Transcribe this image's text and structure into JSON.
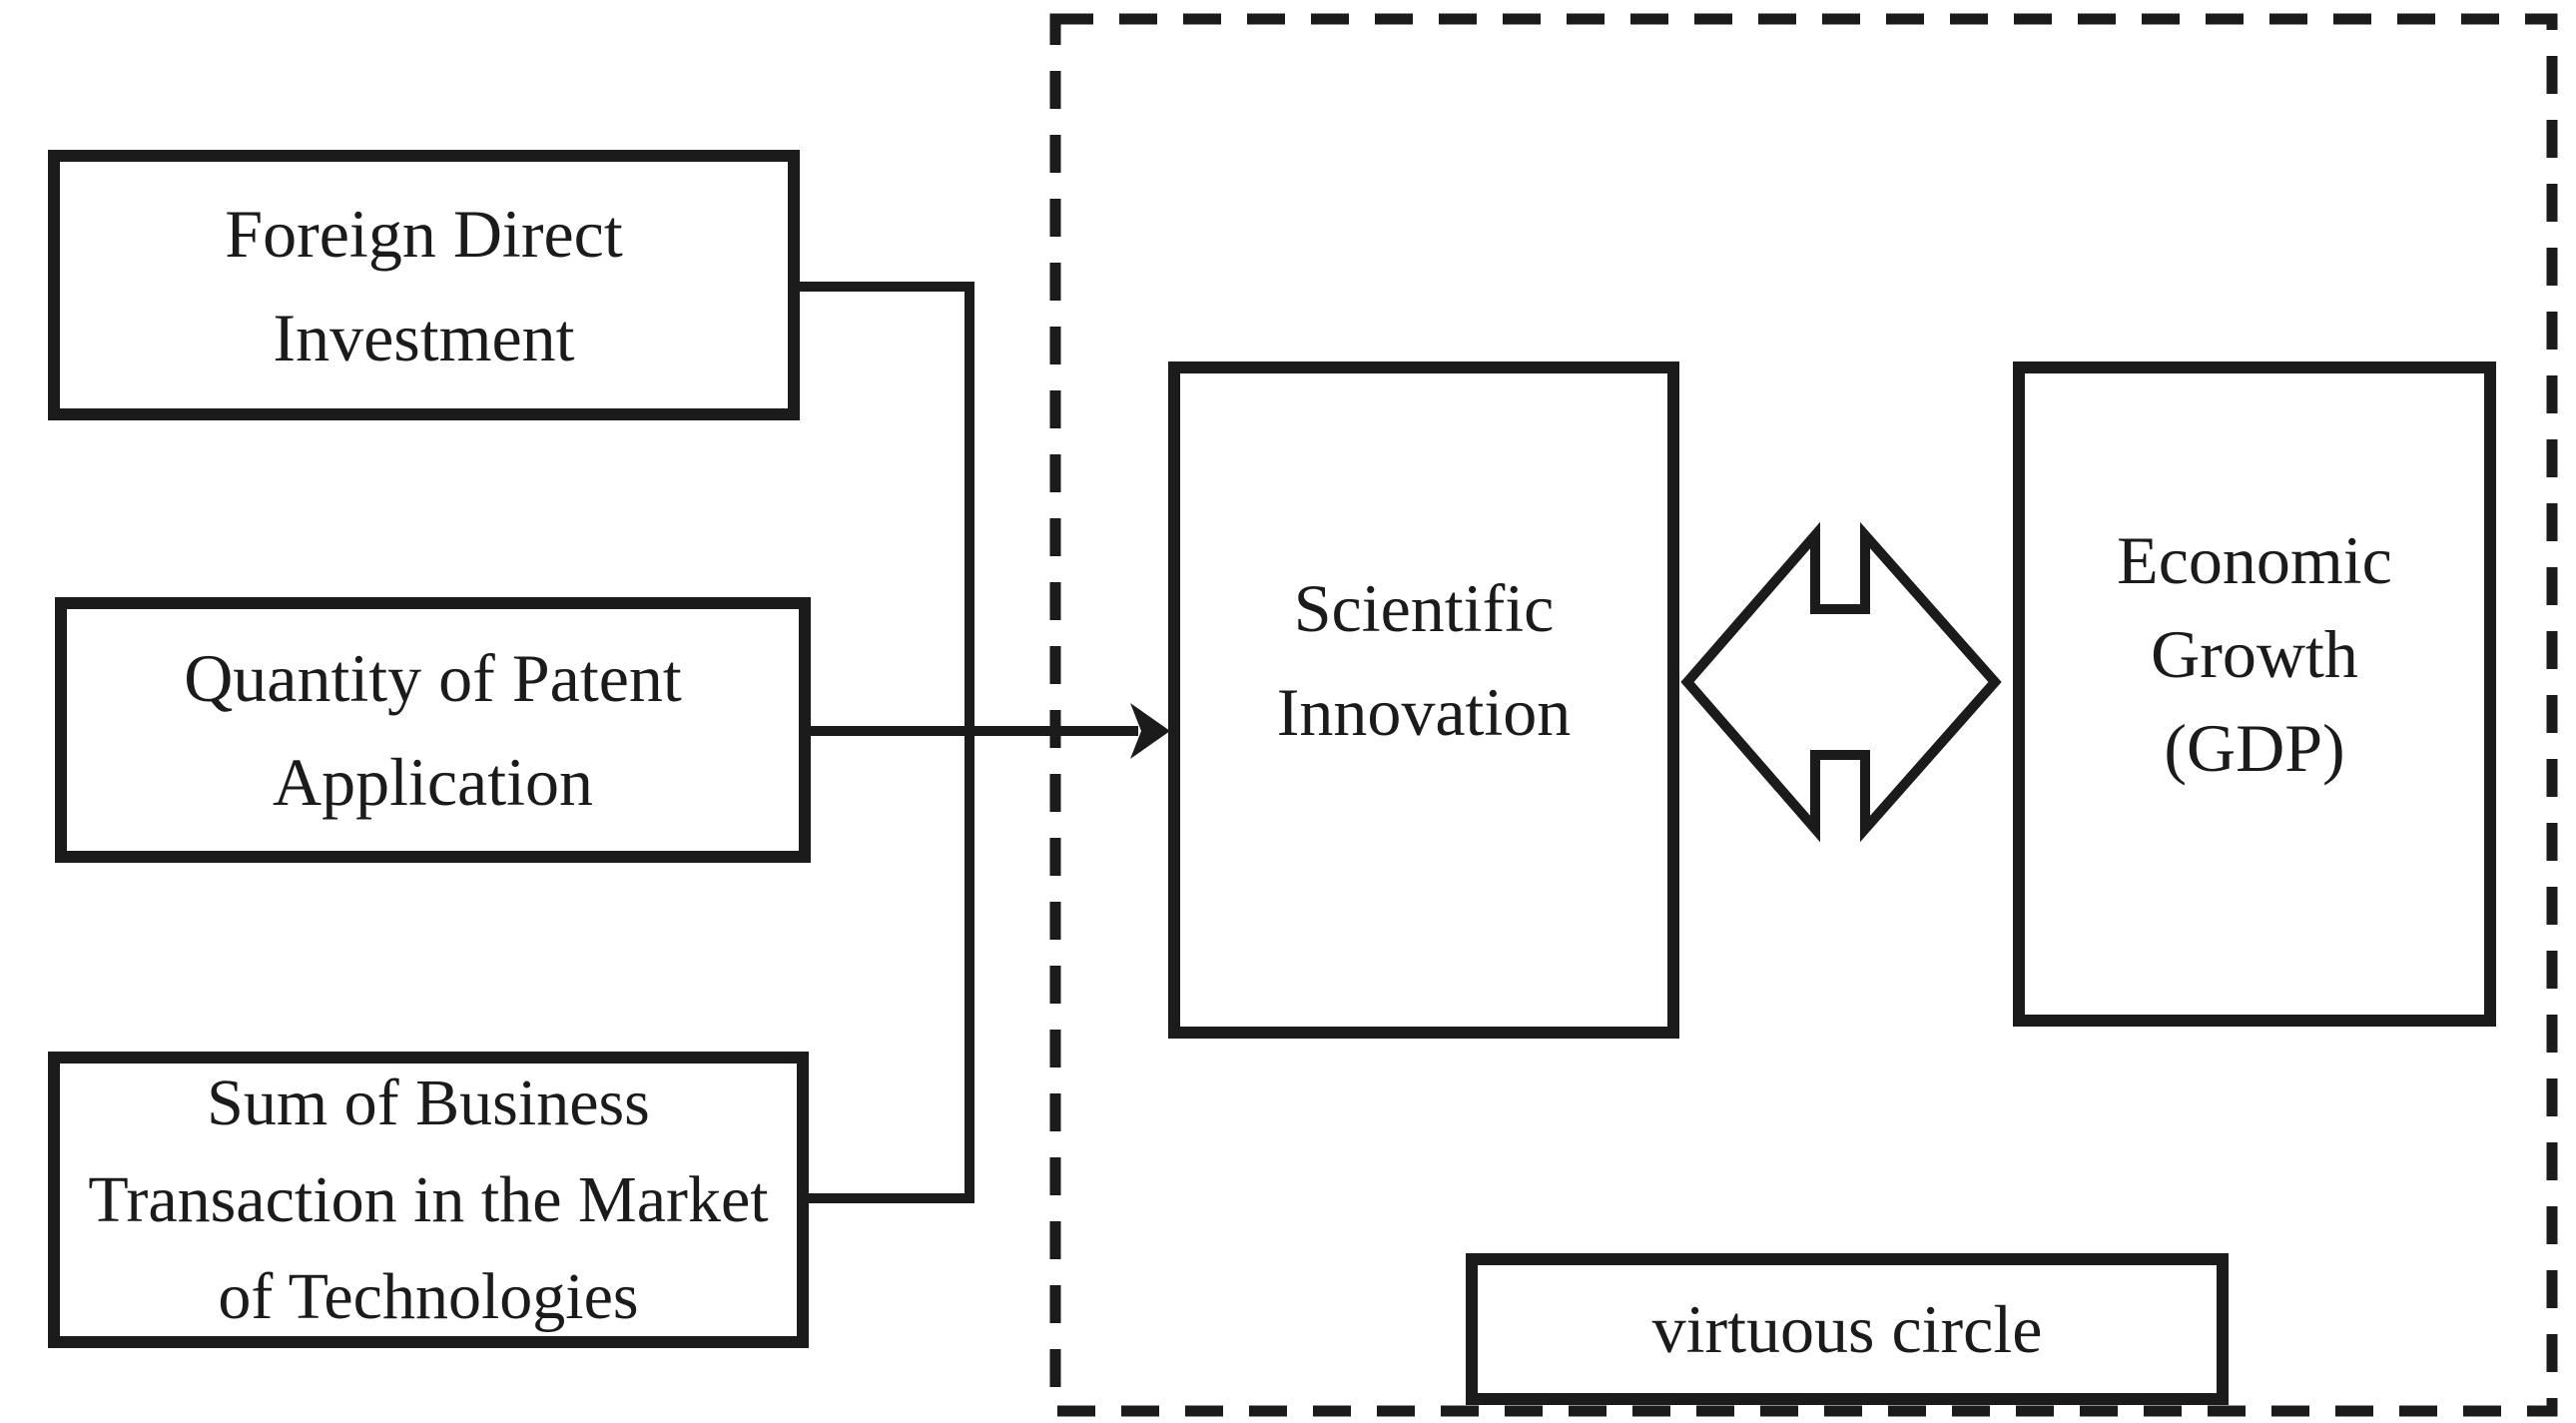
{
  "canvas": {
    "background": "#ffffff",
    "ink": "#1b1b1b"
  },
  "input_boxes": [
    {
      "id": "foreign-direct-investment",
      "lines": [
        "Foreign Direct",
        "Investment"
      ]
    },
    {
      "id": "patent-applications",
      "lines": [
        "Quantity of Patent",
        "Application"
      ]
    },
    {
      "id": "technology-market",
      "lines": [
        "Sum of Business",
        "Transaction in the Market",
        "of Technologies"
      ]
    }
  ],
  "cycle_boxes": [
    {
      "id": "scientific-innovation",
      "lines": [
        "Scientific",
        "Innovation"
      ]
    },
    {
      "id": "economic-growth",
      "lines": [
        "Economic",
        "Growth",
        "(GDP)"
      ]
    }
  ],
  "caption_box": {
    "label": "virtuous circle"
  }
}
